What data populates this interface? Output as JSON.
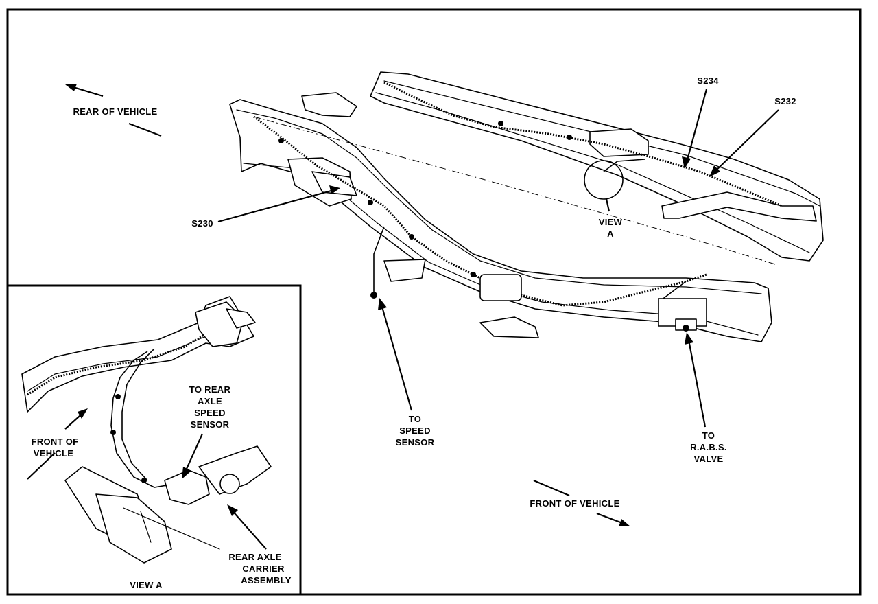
{
  "labels": {
    "rear_of_vehicle": "REAR OF VEHICLE",
    "s234": "S234",
    "s232": "S232",
    "s230": "S230",
    "view_a_callout_1": "VIEW",
    "view_a_callout_2": "A",
    "to_speed_sensor": [
      "TO",
      "SPEED",
      "SENSOR"
    ],
    "to_rabs_valve": [
      "TO",
      "R.A.B.S.",
      "VALVE"
    ],
    "front_of_vehicle_main": "FRONT OF VEHICLE",
    "inset_front_of_vehicle": [
      "FRONT OF",
      "VEHICLE"
    ],
    "to_rear_axle_speed_sensor": [
      "TO REAR",
      "AXLE",
      "SPEED",
      "SENSOR"
    ],
    "rear_axle_carrier_assembly": [
      "REAR AXLE",
      "CARRIER",
      "ASSEMBLY"
    ],
    "view_a_caption": "VIEW A"
  }
}
